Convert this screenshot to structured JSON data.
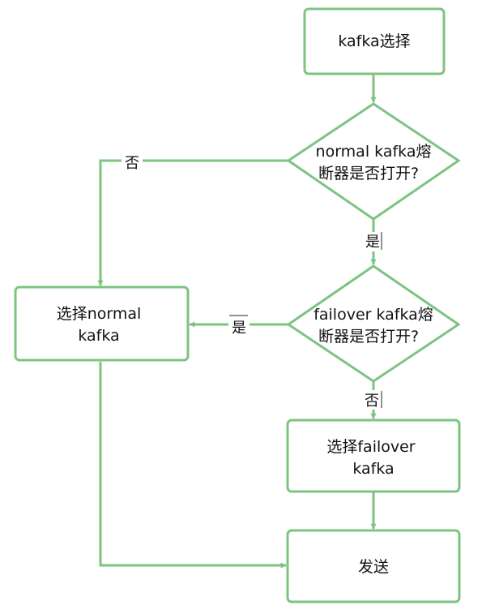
{
  "nodes": {
    "start": {
      "text": "kafka选择"
    },
    "normal_breaker": {
      "line1": "normal kafka熔",
      "line2": "断器是否打开?"
    },
    "failover_breaker": {
      "line1": "failover kafka熔",
      "line2": "断器是否打开?"
    },
    "select_normal": {
      "line1": "选择normal",
      "line2": "kafka"
    },
    "select_failover": {
      "line1": "选择failover",
      "line2": "kafka"
    },
    "send": {
      "text": "发送"
    }
  },
  "edges": {
    "normal_no": "否",
    "normal_yes": "是",
    "failover_yes": "是",
    "failover_no": "否"
  },
  "colors": {
    "stroke": "#7cc47f",
    "text": "#111111",
    "background": "#ffffff"
  }
}
